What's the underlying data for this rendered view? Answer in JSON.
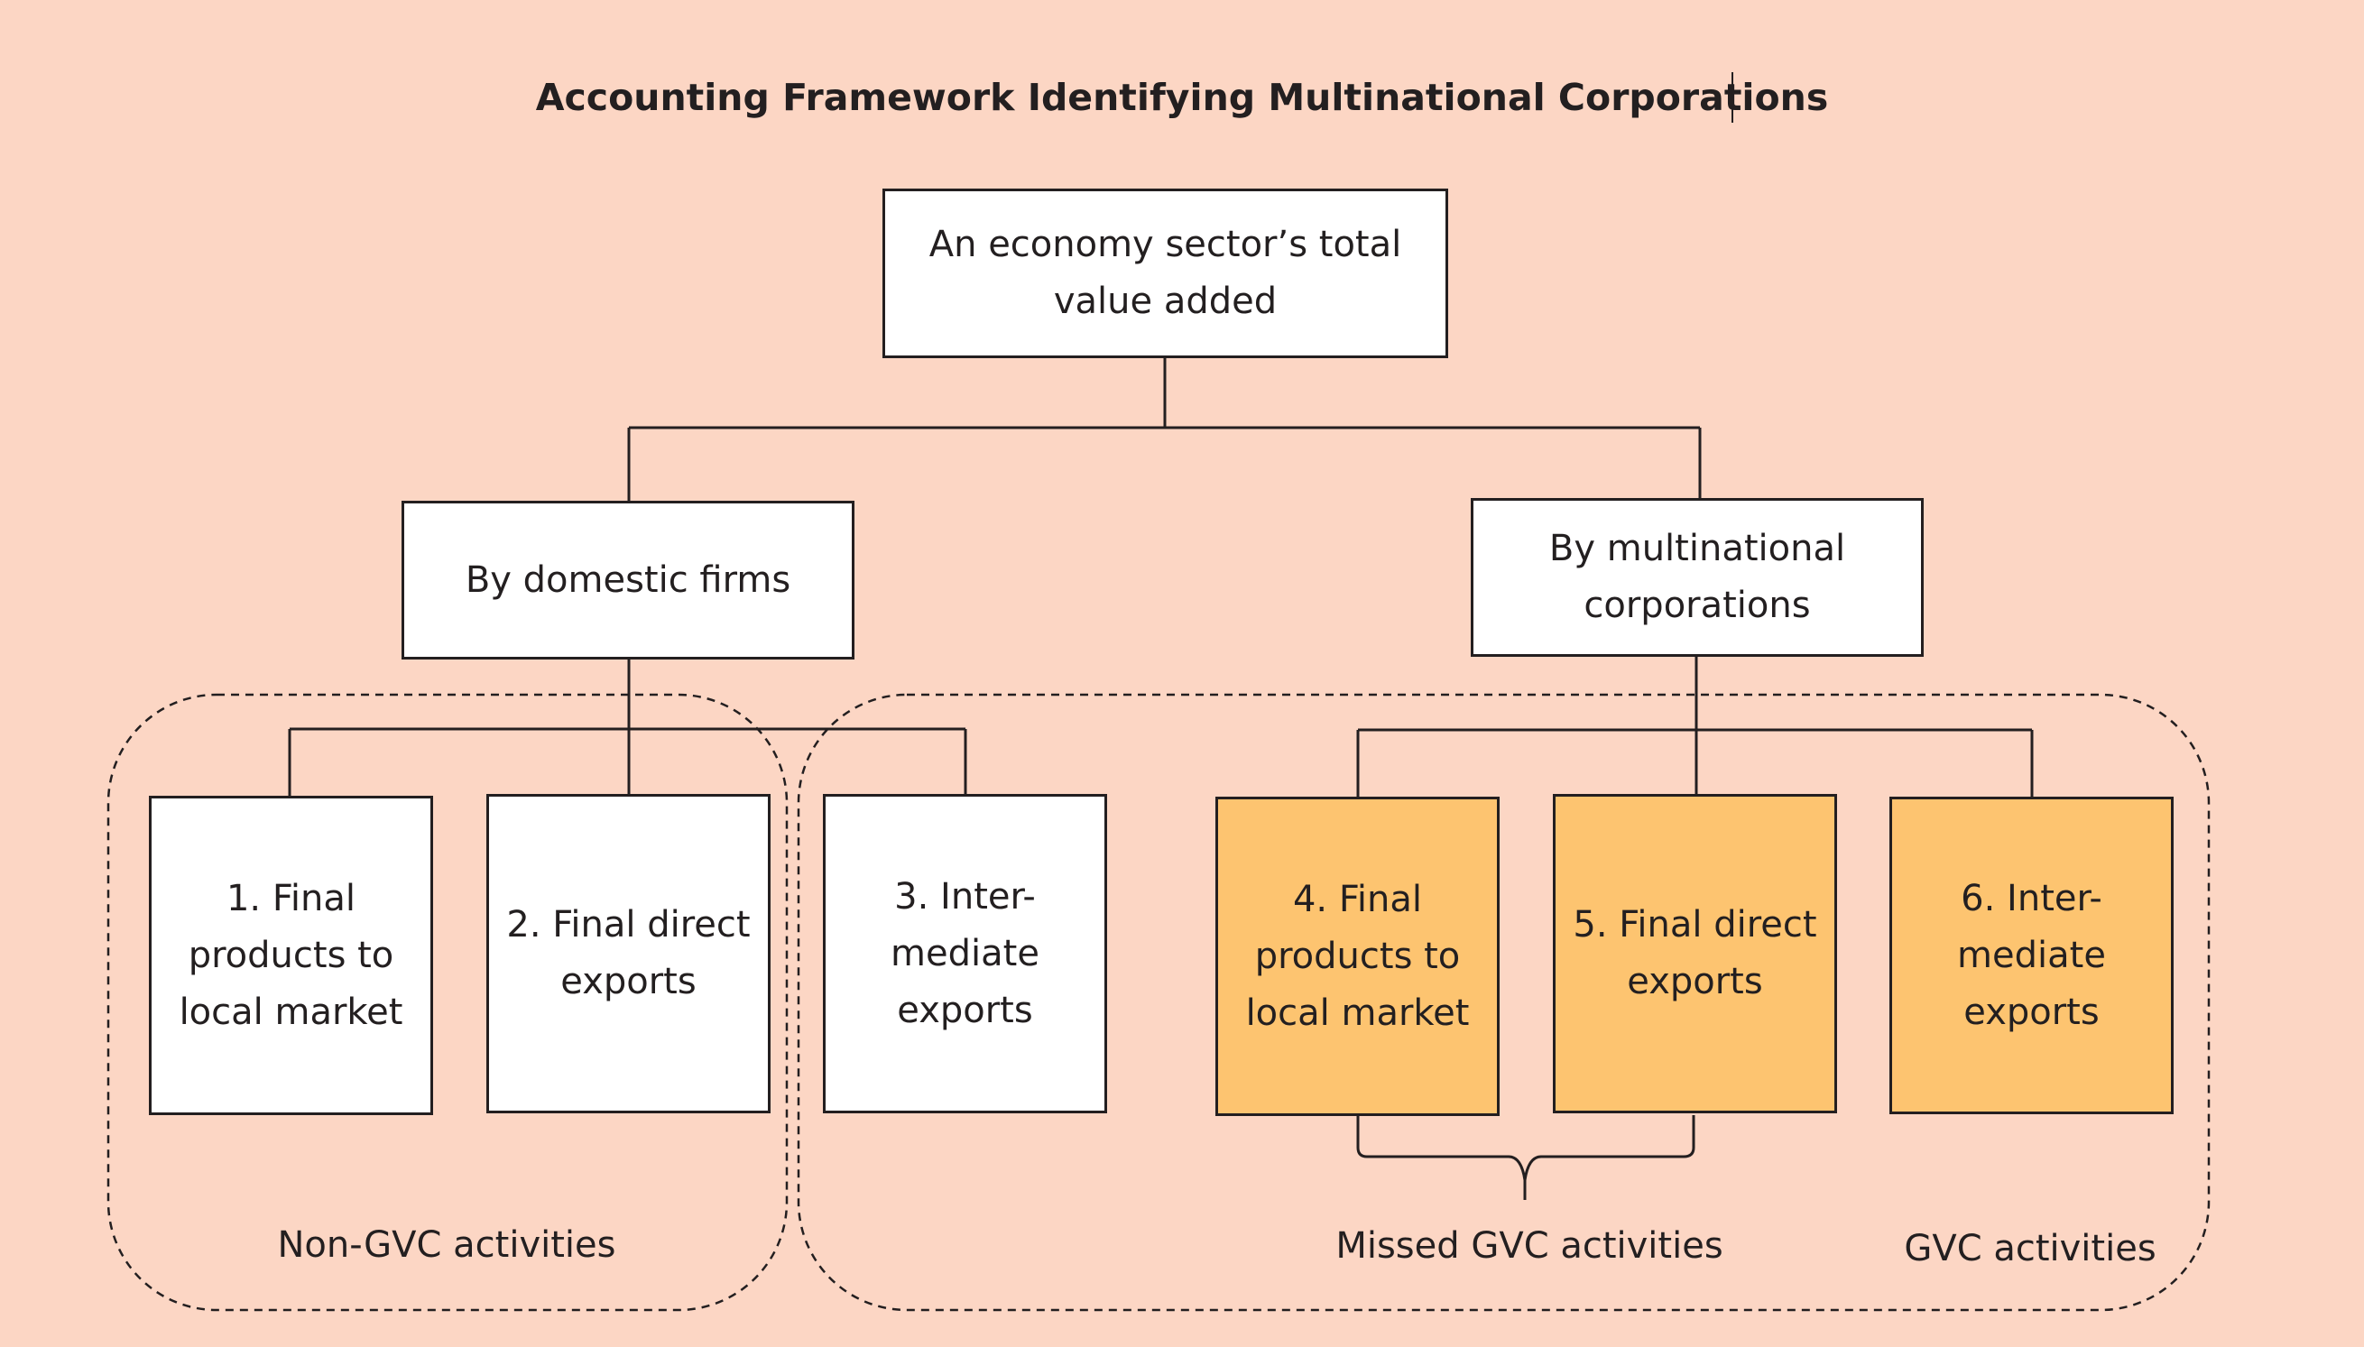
{
  "title": "Accounting Framework Identifying Multinational Corporations",
  "root": {
    "label": "An economy sector’s total value added"
  },
  "branches": {
    "domestic": {
      "label": "By domestic firms"
    },
    "multinational": {
      "label": "By multinational corporations"
    }
  },
  "activities": [
    {
      "label": "1. Final products to local market"
    },
    {
      "label": "2. Final direct exports"
    },
    {
      "label": "3. Inter-mediate exports"
    },
    {
      "label": "4. Final products to local market"
    },
    {
      "label": "5. Final direct exports"
    },
    {
      "label": "6. Inter-mediate exports"
    }
  ],
  "groups": {
    "non_gvc": "Non-GVC activities",
    "missed_gvc": "Missed GVC activities",
    "gvc": "GVC activities"
  },
  "colors": {
    "background": "#fcd6c4",
    "box_fill": "#ffffff",
    "gvc_fill": "#fdc470",
    "line": "#231f20"
  }
}
